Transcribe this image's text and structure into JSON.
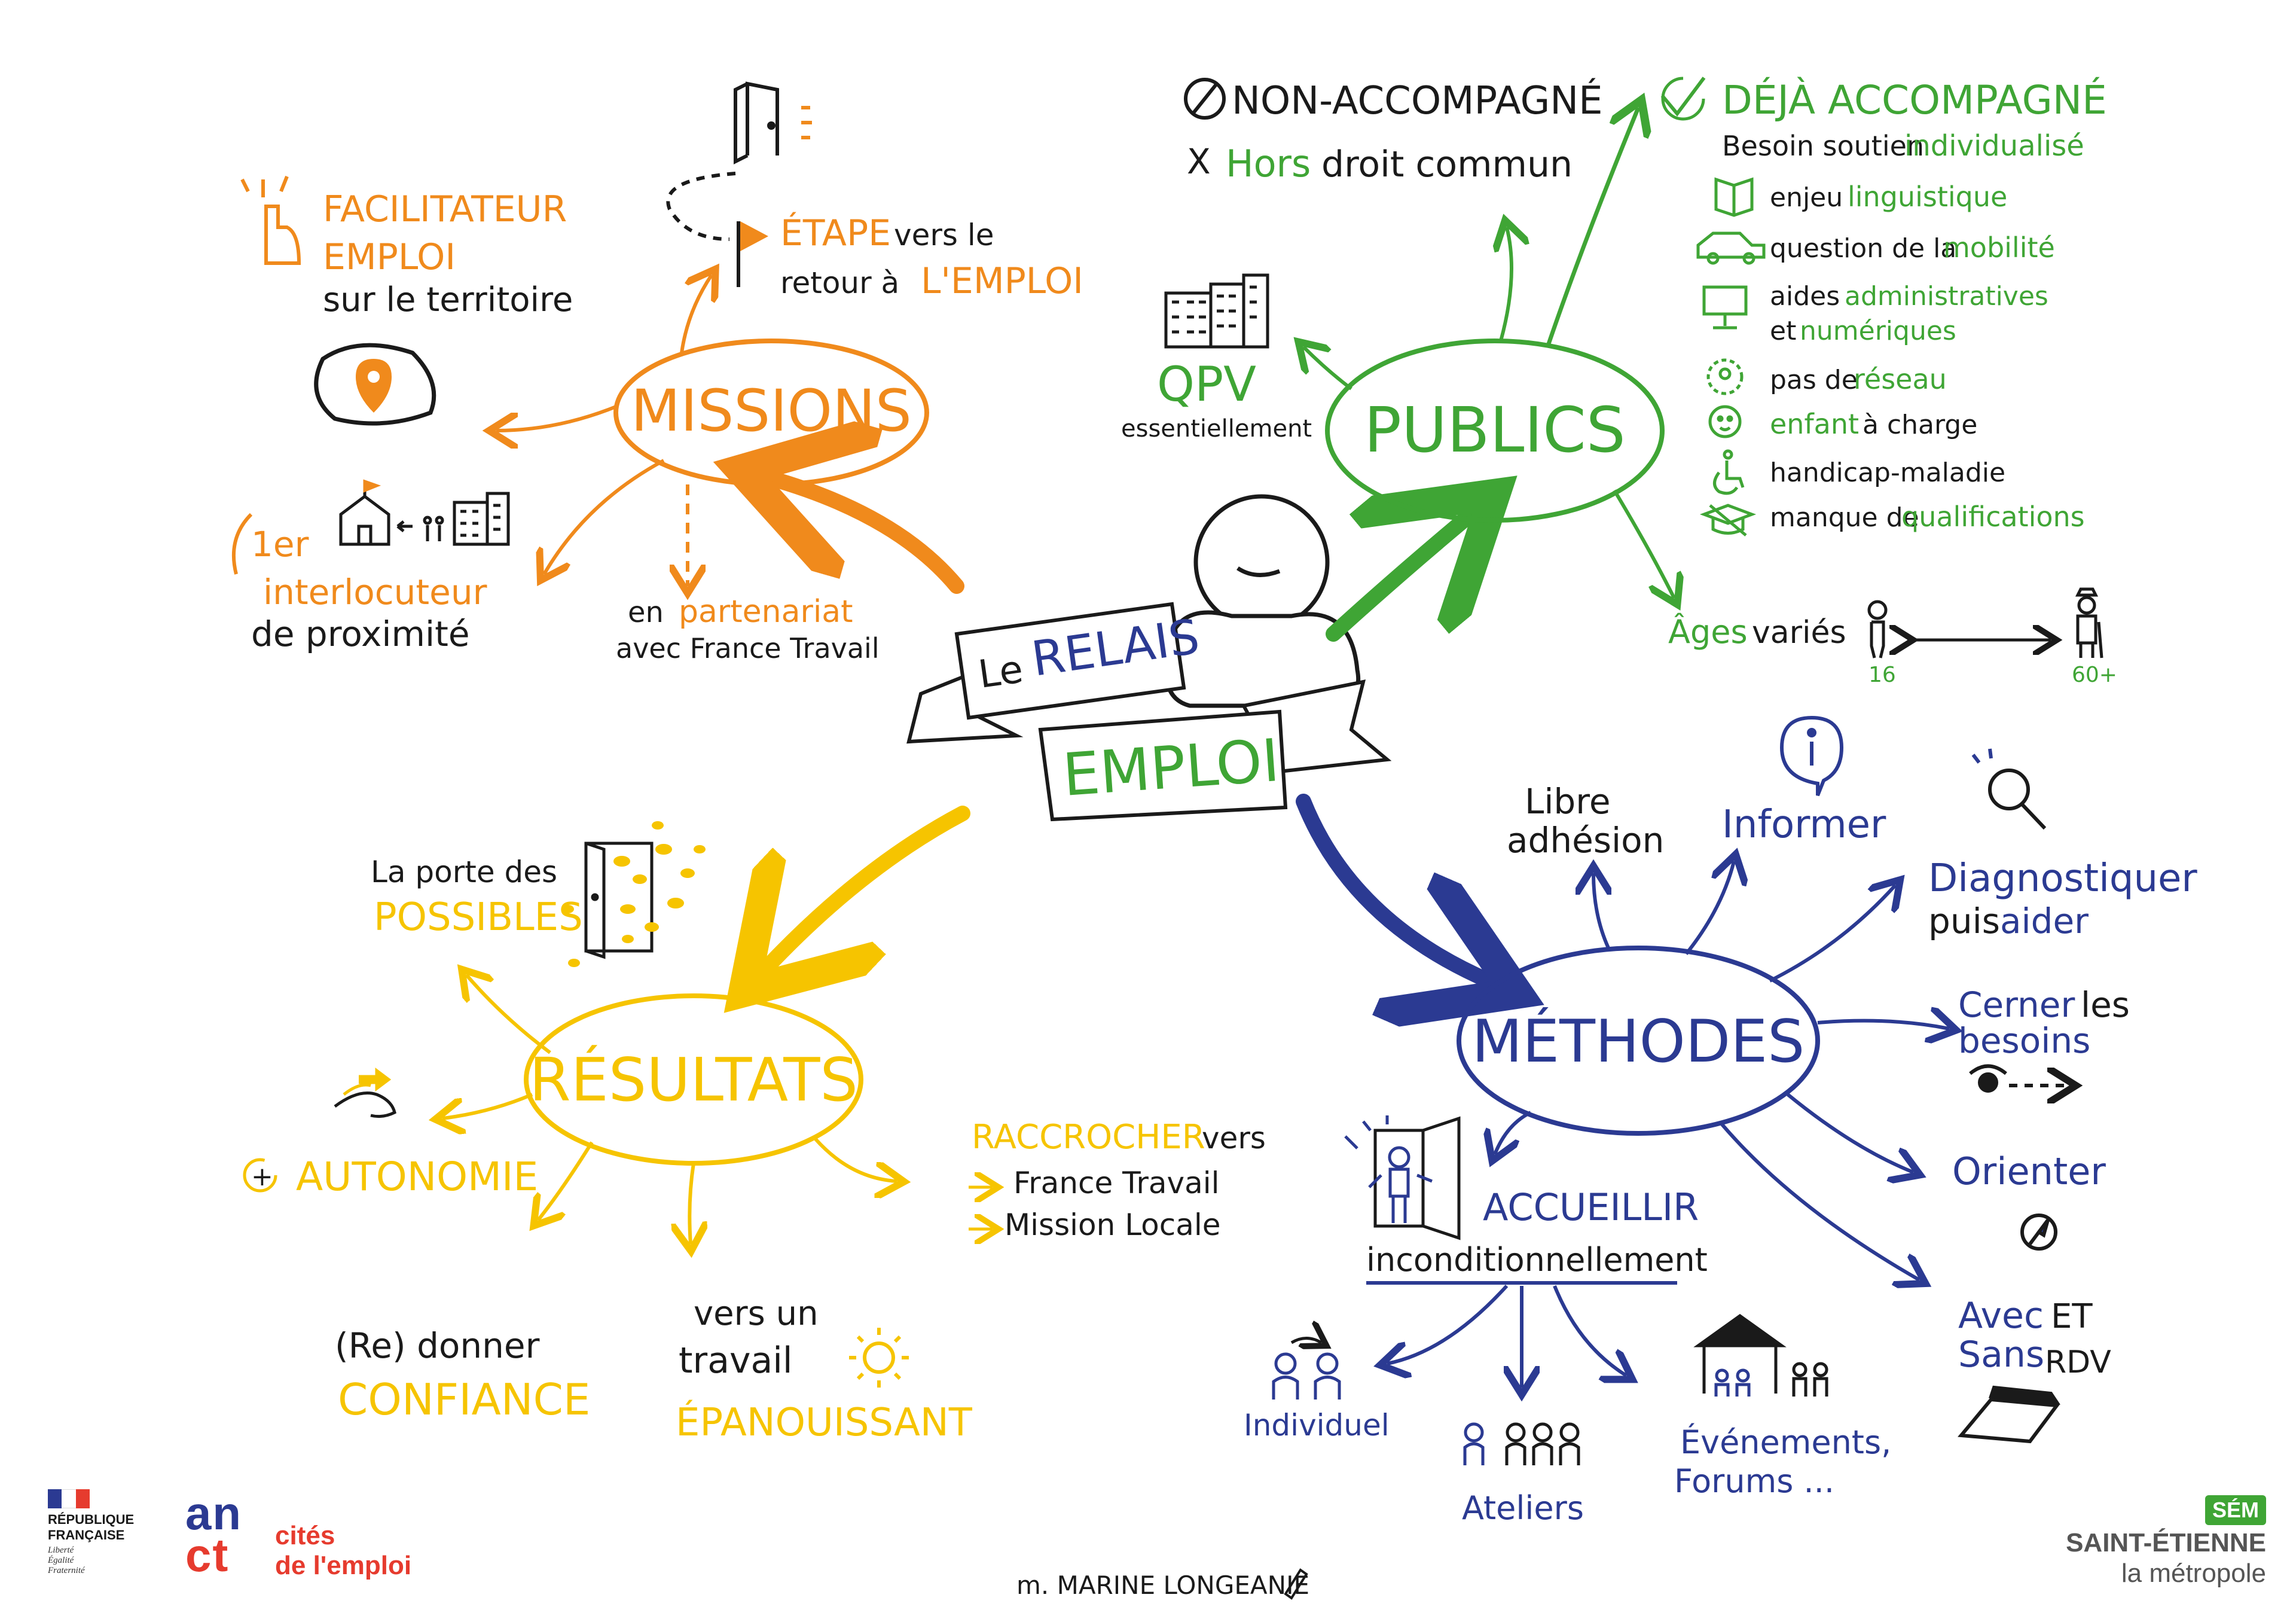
{
  "colors": {
    "missions": "#f08a1c",
    "publics": "#3fa535",
    "methodes": "#2b3a92",
    "resultats": "#f6c400",
    "ink": "#1a1a1a"
  },
  "center": {
    "line1_le": "Le",
    "line1_relais": "RELAIS",
    "line2": "EMPLOI",
    "icon": "person-icon"
  },
  "missions": {
    "title": "MISSIONS",
    "facilitateur": {
      "l1": "FACILITATEUR",
      "l2": "EMPLOI",
      "l3": "sur le territoire",
      "icon": "hand-pointing-icon",
      "map_icon": "map-pin-icon"
    },
    "etape": {
      "l1a": "ÉTAPE",
      "l1b": "vers le",
      "l2a": "retour à",
      "l2b": "L'EMPLOI",
      "icons": [
        "door-icon",
        "flag-icon"
      ]
    },
    "interlocuteur": {
      "l1": "1er",
      "l2": "interlocuteur",
      "l3": "de proximité",
      "icons": [
        "town-hall-icon",
        "people-icon",
        "building-icon"
      ]
    },
    "partenariat": {
      "l1a": "en",
      "l1b": "partenariat",
      "l2": "avec France Travail"
    }
  },
  "publics": {
    "title": "PUBLICS",
    "non_accompagne": "NON-ACCOMPAGNÉ",
    "hors_droit": {
      "x": "X",
      "a": "Hors",
      "b": "droit commun"
    },
    "qpv": {
      "l1": "QPV",
      "l2": "essentiellement",
      "icon": "buildings-icon"
    },
    "deja": {
      "title": "DÉJÀ ACCOMPAGNÉ",
      "subtitle_a": "Besoin soutien",
      "subtitle_b": "individualisé"
    },
    "needs": [
      {
        "a": "enjeu",
        "b": "linguistique",
        "icon": "map-icon"
      },
      {
        "a": "question de la",
        "b": "mobilité",
        "icon": "car-icon"
      },
      {
        "a": "aides",
        "b": "administratives",
        "c": "et",
        "d": "numériques",
        "icon": "computer-icon"
      },
      {
        "a": "pas de",
        "b": "réseau",
        "icon": "network-icon"
      },
      {
        "a": "enfant",
        "b": "à charge",
        "icon": "baby-icon"
      },
      {
        "a": "handicap-maladie",
        "b": "",
        "icon": "wheelchair-icon"
      },
      {
        "a": "manque de",
        "b": "qualifications",
        "icon": "graduation-cap-icon"
      }
    ],
    "ages": {
      "a": "Âges",
      "b": "variés",
      "min": "16",
      "max": "60+"
    }
  },
  "methodes": {
    "title": "MÉTHODES",
    "libre": {
      "l1": "Libre",
      "l2": "adhésion"
    },
    "informer": {
      "label": "Informer",
      "icon": "info-icon"
    },
    "diagnostiquer": {
      "l1": "Diagnostiquer",
      "l2a": "puis",
      "l2b": "aider",
      "icon": "magnifier-icon"
    },
    "cerner": {
      "l1a": "Cerner",
      "l1b": "les",
      "l2": "besoins",
      "icon": "eye-icon"
    },
    "orienter": {
      "label": "Orienter",
      "icon": "compass-icon"
    },
    "rdv": {
      "l1a": "Avec",
      "l1b": "ET",
      "l2a": "Sans",
      "l2b": "RDV",
      "icon": "calendar-icon"
    },
    "accueillir": {
      "l1": "ACCUEILLIR",
      "l2": "inconditionnellement",
      "icon": "welcome-door-icon"
    },
    "individuel": {
      "label": "Individuel",
      "icon": "two-people-icon"
    },
    "ateliers": {
      "label": "Ateliers",
      "icon": "group-icon"
    },
    "evenements": {
      "l1": "Événements,",
      "l2": "Forums ...",
      "icon": "tent-icon"
    }
  },
  "resultats": {
    "title": "RÉSULTATS",
    "porte": {
      "l1": "La porte des",
      "l2": "POSSIBLES",
      "icon": "open-door-icon"
    },
    "autonomie": {
      "plus": "+",
      "label": "AUTONOMIE",
      "icon": "hands-icon"
    },
    "raccrocher": {
      "l1a": "RACCROCHER",
      "l1b": "vers",
      "l2": "France Travail",
      "l3": "Mission Locale"
    },
    "confiance": {
      "l1": "(Re) donner",
      "l2": "CONFIANCE"
    },
    "travail": {
      "l1": "vers un",
      "l2": "travail",
      "l3": "ÉPANOUISSANT",
      "icon": "sun-icon"
    }
  },
  "footer": {
    "signature": "m. MARINE LONGEANIE",
    "rf": {
      "l1": "RÉPUBLIQUE",
      "l2": "FRANÇAISE",
      "motto1": "Liberté",
      "motto2": "Égalité",
      "motto3": "Fraternité"
    },
    "anct": {
      "mark_a": "an",
      "mark_b": "ct",
      "l1": "cités",
      "l2": "de l'emploi"
    },
    "sem": {
      "badge": "SÉM",
      "city": "SAINT-ÉTIENNE",
      "metro": "la métropole"
    }
  }
}
